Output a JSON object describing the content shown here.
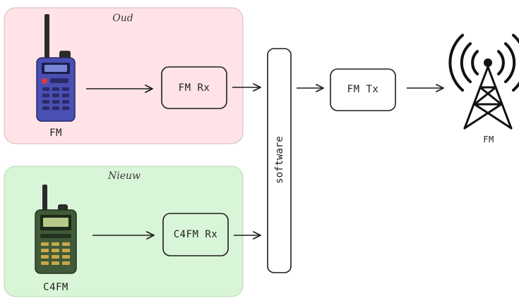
{
  "groups": {
    "old": {
      "title": "Oud",
      "radio_label": "FM",
      "receiver_label": "FM Rx",
      "fill": "#ffe3e6"
    },
    "new": {
      "title": "Nieuw",
      "radio_label": "C4FM",
      "receiver_label": "C4FM Rx",
      "fill": "#d9f5d7"
    }
  },
  "software": {
    "label": "software"
  },
  "transmitter": {
    "label": "FM Tx"
  },
  "tower": {
    "label": "FM"
  },
  "colors": {
    "stroke": "#1e1e1e",
    "radio_old": "#4a4fb3",
    "radio_new": "#3f5a38"
  },
  "icons": [
    "handheld-radio-icon",
    "arrow-icon",
    "radio-tower-icon"
  ]
}
